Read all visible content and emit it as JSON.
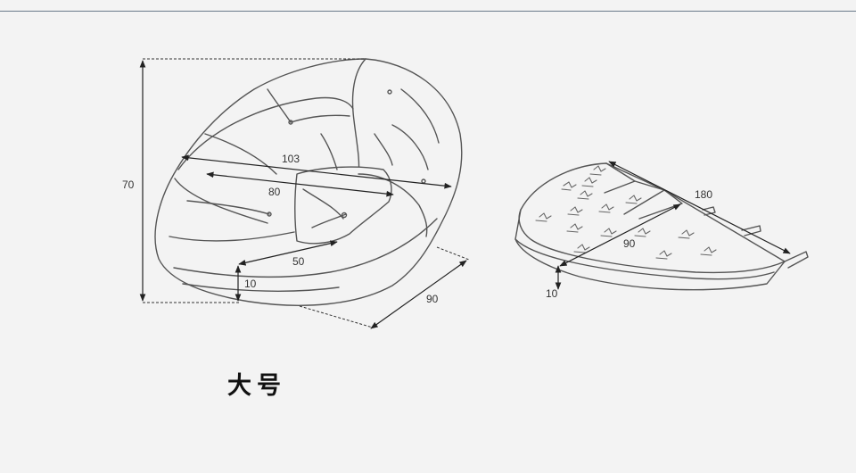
{
  "caption": "大号",
  "chair": {
    "height": "70",
    "outer_width": "103",
    "inner_width": "80",
    "seat_depth": "50",
    "seat_thickness": "10",
    "base_depth": "90"
  },
  "mat": {
    "length": "180",
    "width": "90",
    "thickness": "10"
  }
}
